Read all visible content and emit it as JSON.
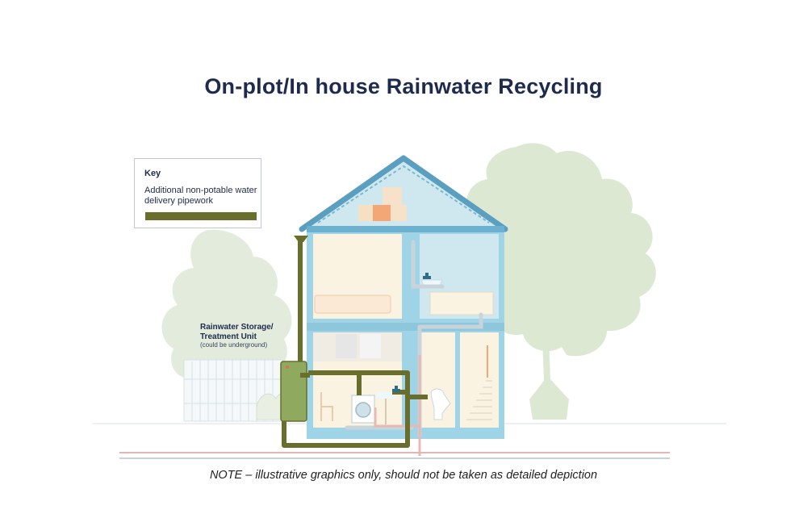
{
  "title": "On-plot/In house Rainwater Recycling",
  "key": {
    "title": "Key",
    "description": "Additional non-potable water delivery pipework",
    "swatch_color": "#6a6e2c"
  },
  "storage_unit": {
    "label": "Rainwater Storage/ Treatment Unit",
    "sublabel": "(could be underground)"
  },
  "note": "NOTE – illustrative graphics only, should not be taken as detailed depiction",
  "colors": {
    "house_blue": "#9fd3e6",
    "roof_blue": "#5b9fc0",
    "tree_green": "#dfe9d6",
    "pipe_green": "#6a6e2c",
    "tank_green": "#8faa5e",
    "room_cream": "#fbf3e2",
    "ground_line": "#e4b7b7"
  }
}
